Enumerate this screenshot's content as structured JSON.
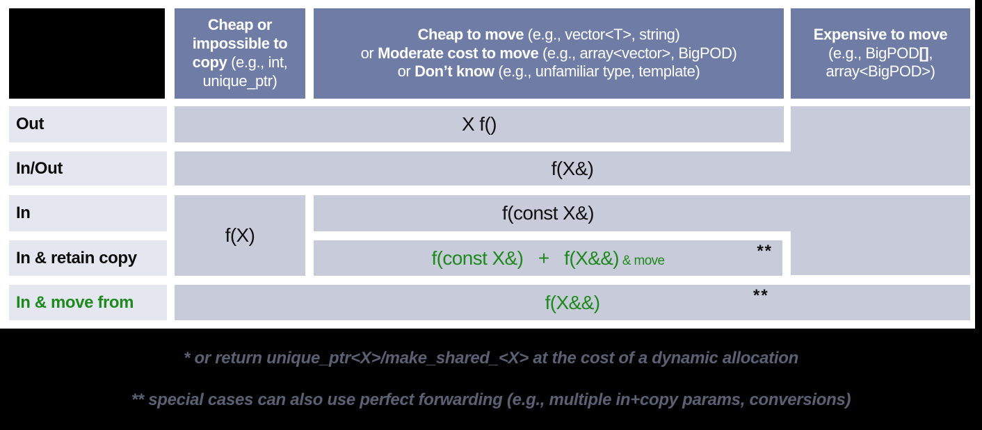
{
  "colors": {
    "header_bg": "#6f7da6",
    "cell_bg": "#c8cbd9",
    "label_bg": "#e4e7ef",
    "green": "#1e8a1e",
    "black": "#000000",
    "footnote_text": "#5a6174",
    "header_text": "#ffffff"
  },
  "header": {
    "col1_segments": [
      {
        "t": "Cheap or impossible to copy",
        "cls": "b"
      },
      {
        "t": " (e.g., int, unique_ptr)",
        "cls": ""
      }
    ],
    "col2_lines": [
      [
        {
          "t": "Cheap to move",
          "cls": "b"
        },
        {
          "t": " (e.g., vector<T>, string)",
          "cls": ""
        }
      ],
      [
        {
          "t": "or ",
          "cls": ""
        },
        {
          "t": "Moderate cost to move",
          "cls": "b"
        },
        {
          "t": " (e.g., array<vector>, BigPOD)",
          "cls": ""
        }
      ],
      [
        {
          "t": "or ",
          "cls": ""
        },
        {
          "t": "Don’t know",
          "cls": "b"
        },
        {
          "t": " (e.g., unfamiliar type, template)",
          "cls": ""
        }
      ]
    ],
    "col3_lines": [
      [
        {
          "t": "Expensive to move",
          "cls": "b"
        }
      ],
      [
        {
          "t": "(e.g., BigPOD",
          "cls": ""
        },
        {
          "t": "[]",
          "cls": "b"
        },
        {
          "t": ",",
          "cls": ""
        }
      ],
      [
        {
          "t": "array<BigPOD>)",
          "cls": ""
        }
      ]
    ]
  },
  "rows": {
    "out": {
      "label": "Out",
      "cell": "X f()"
    },
    "inout": {
      "label": "In/Out",
      "cell": "f(X&)"
    },
    "in": {
      "label": "In",
      "col1_cell": "f(X)",
      "cell": "f(const X&)"
    },
    "retain": {
      "label": "In & retain copy",
      "cell_segments": [
        {
          "t": "f(const X&)",
          "cls": "green"
        },
        {
          "t": "   +   ",
          "cls": "green"
        },
        {
          "t": "f(X&&)",
          "cls": "green"
        },
        {
          "t": " & move",
          "cls": "green small"
        }
      ],
      "marker": "**"
    },
    "move": {
      "label": "In & move from",
      "cell": "f(X&&)",
      "marker": "**"
    }
  },
  "footnotes": {
    "line1": "* or return unique_ptr<X>/make_shared_<X> at the cost of a dynamic allocation",
    "line2": "** special cases can also use perfect forwarding (e.g., multiple in+copy params, conversions)"
  }
}
